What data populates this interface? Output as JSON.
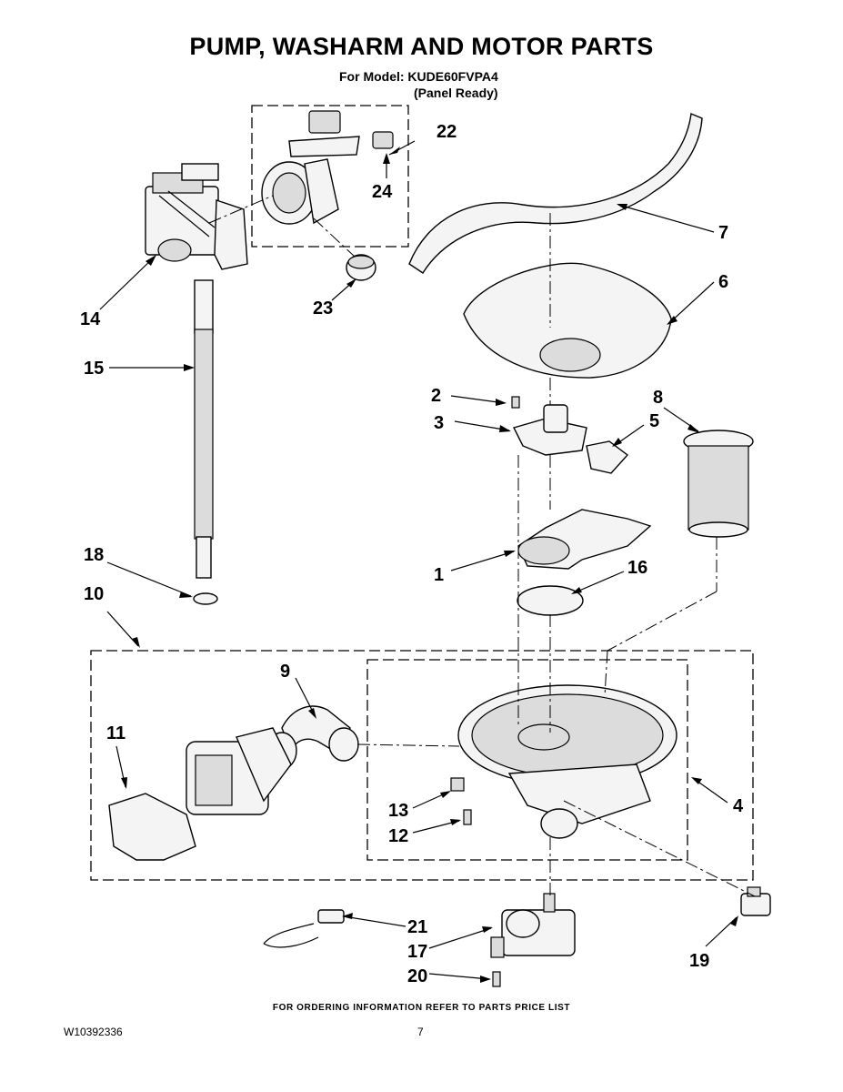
{
  "title": "PUMP, WASHARM AND MOTOR PARTS",
  "model_line": "For Model: KUDE60FVPA4",
  "panel_line": "(Panel Ready)",
  "footer": "FOR ORDERING INFORMATION REFER TO PARTS PRICE LIST",
  "doc_number": "W10392336",
  "page_number": "7",
  "callouts": {
    "c1": "1",
    "c2": "2",
    "c3": "3",
    "c4": "4",
    "c5": "5",
    "c6": "6",
    "c7": "7",
    "c8": "8",
    "c9": "9",
    "c10": "10",
    "c11": "11",
    "c12": "12",
    "c13": "13",
    "c14": "14",
    "c15": "15",
    "c16": "16",
    "c17": "17",
    "c18": "18",
    "c19": "19",
    "c20": "20",
    "c21": "21",
    "c22": "22",
    "c23": "23",
    "c24": "24"
  }
}
